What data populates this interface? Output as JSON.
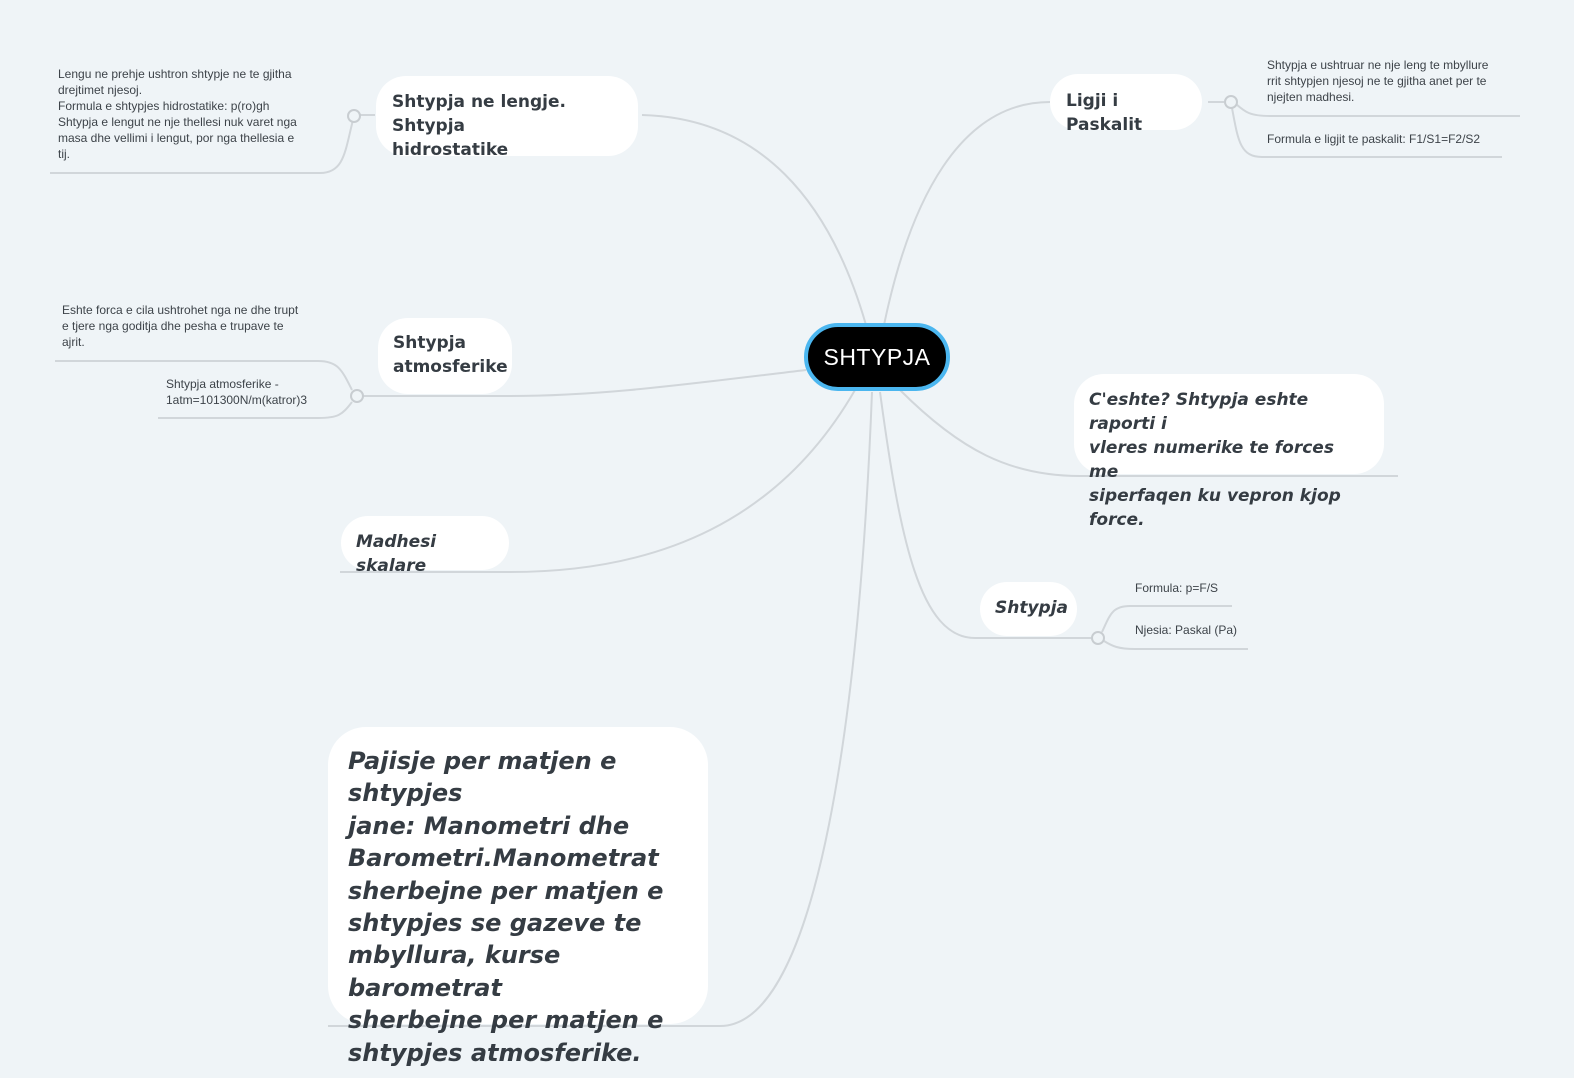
{
  "central": {
    "label": "SHTYPJA",
    "border_color": "#4bb6ef",
    "fill": "#000000"
  },
  "branches": {
    "hydro": {
      "label": "Shtypja ne lengje. Shtypja hidrostatike",
      "line1": "Shtypja ne lengje. Shtypja",
      "line2": "hidrostatike",
      "notes": [
        "Lengu ne prehje ushtron shtypje ne te gjitha",
        "drejtimet njesoj.",
        "Formula e shtypjes hidrostatike: p(ro)gh",
        "Shtypja e lengut ne nje thellesi nuk varet nga",
        "masa dhe vellimi i lengut, por nga thellesia e",
        "tij."
      ]
    },
    "atmos": {
      "line1": "Shtypja",
      "line2": "atmosferike",
      "children": [
        {
          "lines": [
            "Eshte forca e cila ushtrohet nga ne dhe trupt",
            "e tjere nga goditja dhe pesha e trupave te",
            "ajrit."
          ]
        },
        {
          "lines": [
            "Shtypja atmosferike -",
            "1atm=101300N/m(katror)3"
          ]
        }
      ]
    },
    "scalar": {
      "label": "Madhesi skalare"
    },
    "devices": {
      "lines": [
        "Pajisje per matjen e shtypjes",
        "jane: Manometri dhe",
        "Barometri.Manometrat",
        "sherbejne per matjen e",
        "shtypjes se gazeve te",
        "mbyllura, kurse barometrat",
        "sherbejne per matjen e",
        "shtypjes atmosferike."
      ]
    },
    "pascal": {
      "label": "Ligji i Paskalit",
      "children": [
        {
          "lines": [
            "Shtypja e ushtruar ne nje leng te mbyllure",
            "rrit shtypjen njesoj ne te gjitha anet per te",
            "njejten madhesi."
          ]
        },
        {
          "lines": [
            "Formula e ligjit te paskalit: F1/S1=F2/S2"
          ]
        }
      ]
    },
    "definition": {
      "lines": [
        "C'eshte? Shtypja eshte raporti i",
        "vleres numerike te forces me",
        "siperfaqen ku vepron kjop force."
      ]
    },
    "shtypja": {
      "label": "Shtypja",
      "children": [
        {
          "lines": [
            "Formula: p=F/S"
          ]
        },
        {
          "lines": [
            "Njesia: Paskal (Pa)"
          ]
        }
      ]
    }
  },
  "colors": {
    "background": "#eff4f7",
    "connector": "#d1d6da",
    "node_text": "#353c43",
    "node_fill": "#ffffff"
  }
}
